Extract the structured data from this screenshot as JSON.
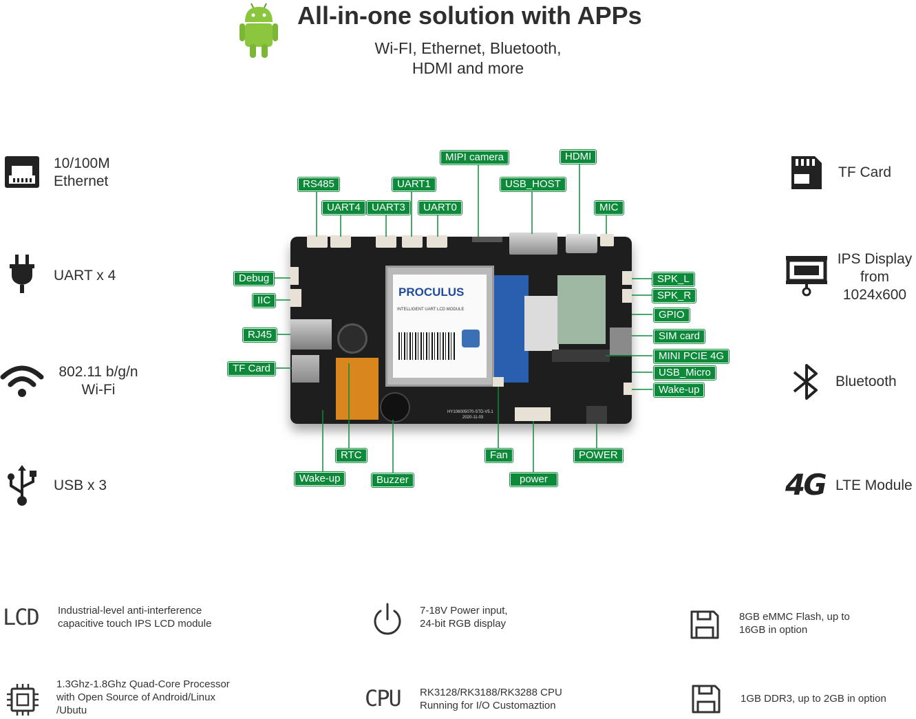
{
  "header": {
    "title": "All-in-one solution with APPs",
    "subtitle_line1": "Wi-FI, Ethernet, Bluetooth,",
    "subtitle_line2": "HDMI and more"
  },
  "features_left": [
    {
      "icon": "ethernet-icon",
      "line1": "10/100M",
      "line2": "Ethernet"
    },
    {
      "icon": "plug-icon",
      "line1": "UART x 4"
    },
    {
      "icon": "wifi-icon",
      "line1": "802.11 b/g/n",
      "line2": "Wi-Fi"
    },
    {
      "icon": "usb-icon",
      "line1": "USB x 3"
    }
  ],
  "features_right": [
    {
      "icon": "sd-card-icon",
      "line1": "TF Card"
    },
    {
      "icon": "display-icon",
      "line1": "IPS Display",
      "line2": "from",
      "line3": "1024x600"
    },
    {
      "icon": "bluetooth-icon",
      "line1": "Bluetooth"
    },
    {
      "icon": "4g-icon",
      "icon_text": "4G",
      "line1": "LTE Module"
    }
  ],
  "board": {
    "module_brand": "PROCULUS",
    "module_caption": "INTELLIGENT UART LCD MODULE",
    "pcb_text_1": "HY106005070-STD-V5.1",
    "pcb_text_2": "2020-11-03"
  },
  "labels": {
    "rs485": "RS485",
    "uart4": "UART4",
    "uart3": "UART3",
    "uart1": "UART1",
    "uart0": "UART0",
    "mipi": "MIPI camera",
    "usb_host": "USB_HOST",
    "hdmi": "HDMI",
    "mic": "MIC",
    "debug": "Debug",
    "iic": "IIC",
    "rj45": "RJ45",
    "tf_card": "TF Card",
    "spk_l": "SPK_L",
    "spk_r": "SPK_R",
    "gpio": "GPIO",
    "sim": "SIM card",
    "pcie": "MINI PCIE 4G",
    "usb_micro": "USB_Micro",
    "wake_right": "Wake-up",
    "rtc": "RTC",
    "wake_left": "Wake-up",
    "buzzer": "Buzzer",
    "fan": "Fan",
    "power_lower": "power",
    "power_upper": "POWER"
  },
  "specs": [
    {
      "icon": "lcd-icon",
      "icon_text": "LCD",
      "line1": "Industrial-level anti-interference",
      "line2": "capacitive touch IPS LCD module"
    },
    {
      "icon": "power-icon",
      "line1": "7-18V Power input,",
      "line2": "24-bit RGB display"
    },
    {
      "icon": "floppy-icon",
      "line1": "8GB eMMC Flash, up to",
      "line2": "16GB in option"
    },
    {
      "icon": "chip-icon",
      "line1": "1.3Ghz-1.8Ghz Quad-Core Processor",
      "line2": "with Open Source of Android/Linux",
      "line3": "/Ubutu"
    },
    {
      "icon": "cpu-icon",
      "icon_text": "CPU",
      "line1": "RK3128/RK3188/RK3288 CPU",
      "line2": "Running for I/O Customaztion"
    },
    {
      "icon": "floppy-icon",
      "line1": "1GB DDR3, up to 2GB in option"
    }
  ],
  "colors": {
    "label_green": "#0c8a3a",
    "board": "#1d1e1d",
    "android_green": "#8cc63f"
  }
}
